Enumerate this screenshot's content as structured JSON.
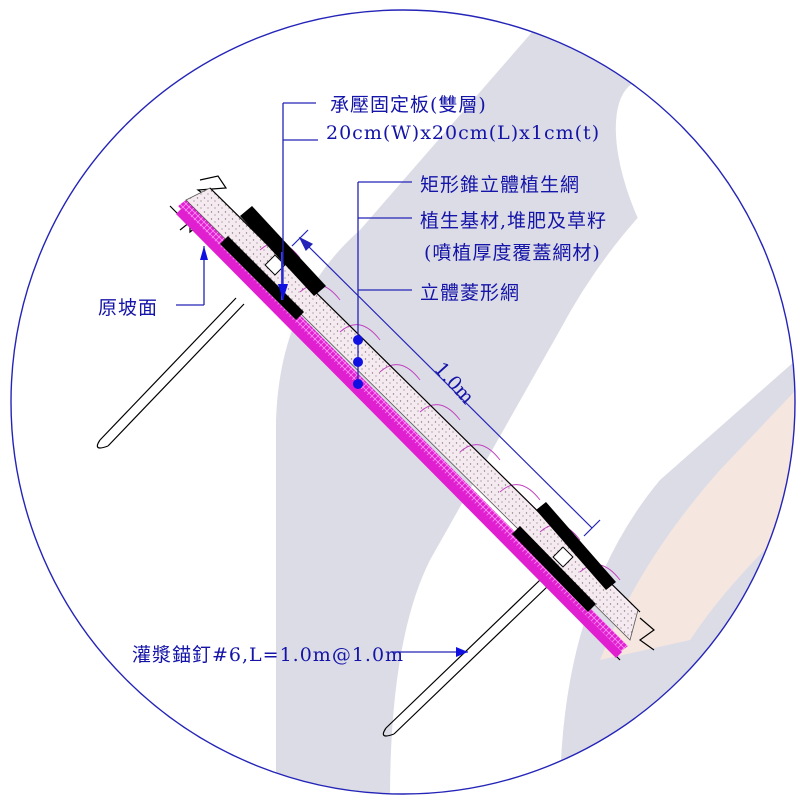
{
  "labels": {
    "plate_title": "承壓固定板(雙層)",
    "plate_size": "20cm(W)x20cm(L)x1cm(t)",
    "cone_net": "矩形錐立體植生網",
    "substrate_line1": "植生基材,堆肥及草籽",
    "substrate_line2": "(噴植厚度覆蓋網材)",
    "diamond_net": "立體菱形網",
    "original_slope": "原坡面",
    "anchor": "灌漿錨釘#6,L=1.0m@1.0m",
    "dimension": "1.0m"
  },
  "colors": {
    "annotation": "#1414a8",
    "mesh": "#e020d0",
    "plate": "#000000",
    "watermark_gray": "#dcdce6",
    "watermark_pink": "#f6e6e0"
  }
}
